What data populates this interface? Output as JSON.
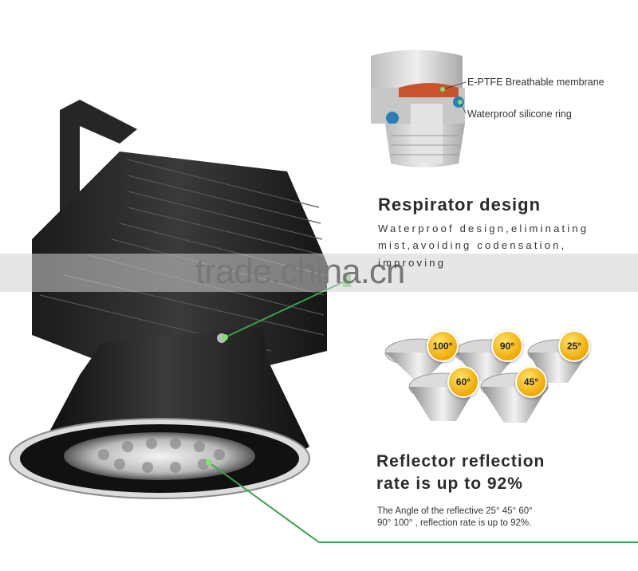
{
  "watermark": "trade.china.cn",
  "membrane_callout": "E-PTFE Breathable membrane",
  "ring_callout": "Waterproof silicone ring",
  "respirator": {
    "title": "Respirator design",
    "line1": "Waterproof design,eliminating",
    "line2": "mist,avoiding codensation, improving"
  },
  "reflector": {
    "title_line1": "Reflector  reflection",
    "title_line2": "rate is up to 92%",
    "desc_line1": "The Angle of the reflective 25° 45° 60°",
    "desc_line2": "90° 100° , reflection rate is up to 92%."
  },
  "angles": [
    "100°",
    "90°",
    "25°",
    "60°",
    "45°"
  ],
  "colors": {
    "accent_green": "#3aa14a",
    "badge_gold": "#f2a800"
  }
}
